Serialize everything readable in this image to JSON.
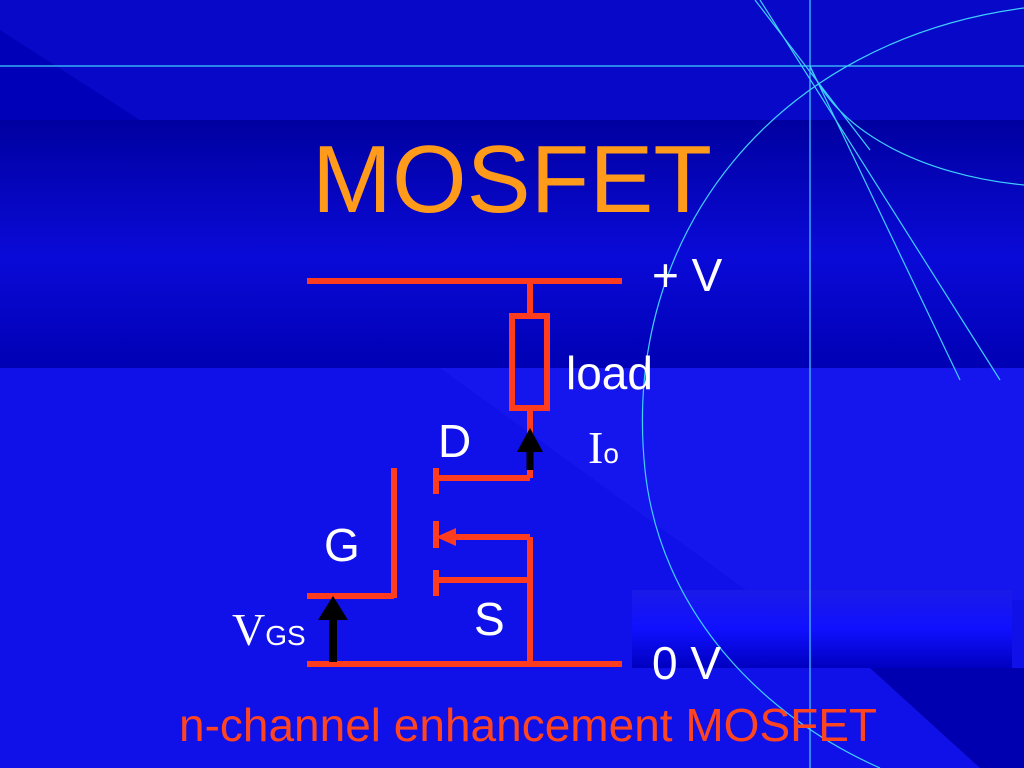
{
  "slide": {
    "title": "MOSFET",
    "caption": "n-channel enhancement MOSFET"
  },
  "circuit": {
    "supply_label": "+ V",
    "load_label": "load",
    "drain_label": "D",
    "gate_label": "G",
    "source_label": "S",
    "ground_label": "0 V",
    "current_symbol": "I",
    "current_subscript": "o",
    "vgs_symbol": "V",
    "vgs_subscript": "GS"
  },
  "colors": {
    "background": "#1010e0",
    "title": "#ff9a1a",
    "caption": "#ff4420",
    "wire": "#ff3c1e",
    "label": "#ffffff",
    "arrow": "#000000",
    "decor_line": "#3fd0ff"
  }
}
